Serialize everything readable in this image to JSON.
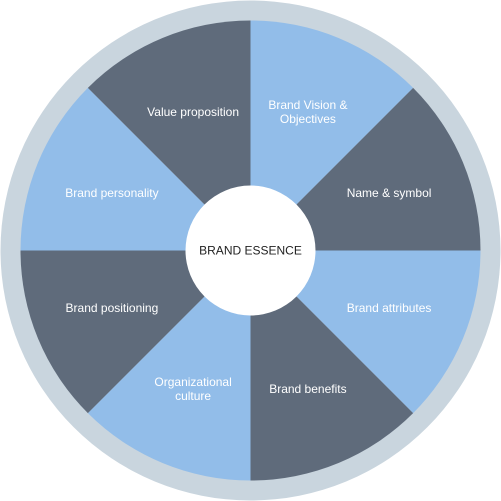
{
  "diagram": {
    "center_label": "BRAND ESSENCE",
    "colors": {
      "outer_ring": "#c9d5de",
      "dark_segment": "#5f6b7b",
      "light_segment": "#92bde9",
      "center_fill": "#ffffff",
      "label_text": "#ffffff",
      "center_text": "#222222"
    },
    "segments": [
      {
        "label": [
          "Brand Vision &",
          "Objectives"
        ],
        "tone": "light"
      },
      {
        "label": [
          "Name & symbol"
        ],
        "tone": "dark"
      },
      {
        "label": [
          "Brand attributes"
        ],
        "tone": "light"
      },
      {
        "label": [
          "Brand benefits"
        ],
        "tone": "dark"
      },
      {
        "label": [
          "Organizational",
          "culture"
        ],
        "tone": "light"
      },
      {
        "label": [
          "Brand positioning"
        ],
        "tone": "dark"
      },
      {
        "label": [
          "Brand personality"
        ],
        "tone": "light"
      },
      {
        "label": [
          "Value proposition"
        ],
        "tone": "dark"
      }
    ]
  }
}
